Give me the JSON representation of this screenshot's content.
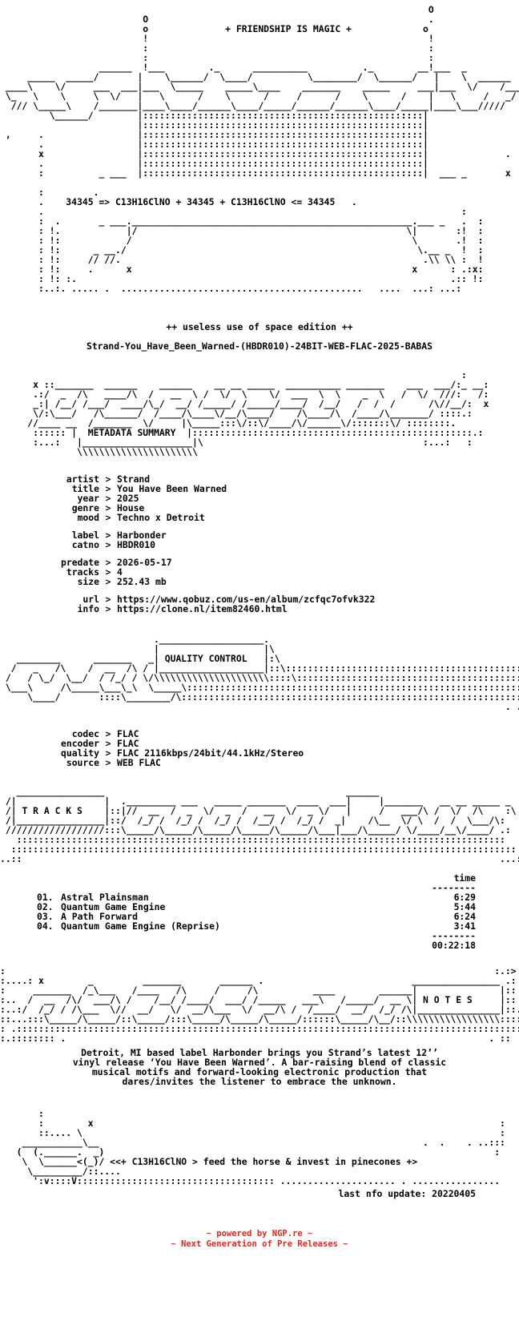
{
  "header": {
    "tagline": "+ FRIENDSHIP IS MAGIC +",
    "formula": "34345 => C13H16ClNO + 34345 + C13H16ClNO <= 34345",
    "edition": "++ useless use of space edition ++",
    "release_name": "Strand-You_Have_Been_Warned-(HBDR010)-24BIT-WEB-FLAC-2025-BABAS"
  },
  "metadata": {
    "section_title": "METADATA SUMMARY",
    "rows": [
      {
        "key": "artist",
        "value": "Strand"
      },
      {
        "key": "title",
        "value": "You Have Been Warned"
      },
      {
        "key": "year",
        "value": "2025"
      },
      {
        "key": "genre",
        "value": "House"
      },
      {
        "key": "mood",
        "value": "Techno x Detroit"
      },
      {
        "key": "label",
        "value": "Harbonder"
      },
      {
        "key": "catno",
        "value": "HBDR010"
      },
      {
        "key": "predate",
        "value": "2026-05-17"
      },
      {
        "key": "tracks",
        "value": "4"
      },
      {
        "key": "size",
        "value": "252.43 mb"
      },
      {
        "key": "url",
        "value": "https://www.qobuz.com/us-en/album/zcfqc7ofvk322"
      },
      {
        "key": "info",
        "value": "https://clone.nl/item82460.html"
      }
    ],
    "sep": ">"
  },
  "quality": {
    "section_title": "QUALITY CONTROL",
    "rows": [
      {
        "key": "codec",
        "value": "FLAC"
      },
      {
        "key": "encoder",
        "value": "FLAC"
      },
      {
        "key": "quality",
        "value": "FLAC 2116kbps/24bit/44.1kHz/Stereo"
      },
      {
        "key": "source",
        "value": "WEB FLAC"
      }
    ]
  },
  "tracks": {
    "section_title": "T R A C K S",
    "time_header": "time",
    "time_rule": "--------",
    "items": [
      {
        "num": "01.",
        "title": "Astral Plainsman",
        "time": "6:29"
      },
      {
        "num": "02.",
        "title": "Quantum Game Engine",
        "time": "5:44"
      },
      {
        "num": "03.",
        "title": "A Path Forward",
        "time": "6:24"
      },
      {
        "num": "04.",
        "title": "Quantum Game Engine (Reprise)",
        "time": "3:41"
      }
    ],
    "total_rule": "--------",
    "total": "00:22:18"
  },
  "notes": {
    "section_title": "N O T E S",
    "lines": [
      "Detroit, MI based label Harbonder brings you Strand’s latest 12’’",
      "vinyl release ‘You Have Been Warned’. A bar-raising blend of classic",
      "musical motifs and forward-looking electronic production that",
      "dares/invites the listener to embrace the unknown."
    ]
  },
  "outro": {
    "slogan": "<<+ C13H16ClNO > feed the horse & invest in pinecones +>",
    "last_update": "last nfo update: 20220405"
  },
  "footer": {
    "powered": "~ powered by NGP.re ~",
    "tagline": "~ Next Generation of Pre Releases ~",
    "color": "#e8231b"
  }
}
